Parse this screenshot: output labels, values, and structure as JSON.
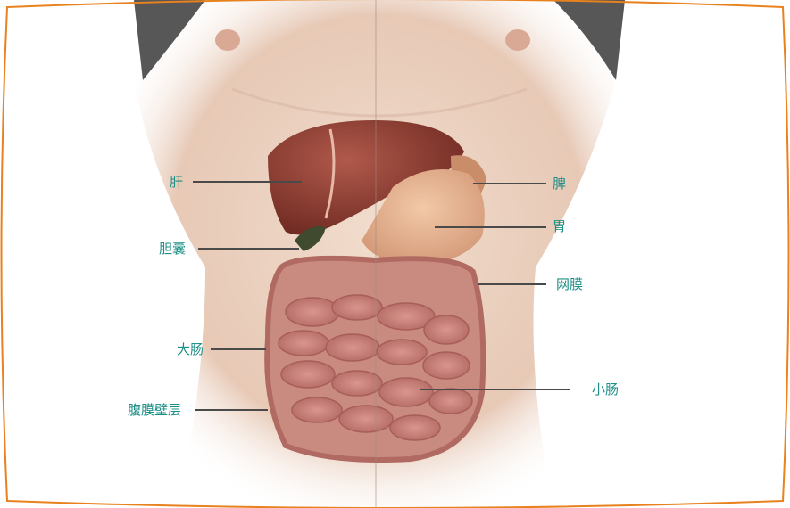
{
  "labels": {
    "liver": "肝",
    "gallbladder": "胆囊",
    "large_intestine": "大肠",
    "peritoneum_parietal": "腹膜壁层",
    "spleen": "脾",
    "stomach": "胃",
    "omentum": "网膜",
    "small_intestine": "小肠"
  },
  "colors": {
    "label_text": "#1e8f86",
    "leader_line": "#4a4a4a",
    "frame_border": "#e8821e",
    "skin": "#ecd3c2",
    "liver": "#8f3e33",
    "intestine": "#c77f78"
  }
}
